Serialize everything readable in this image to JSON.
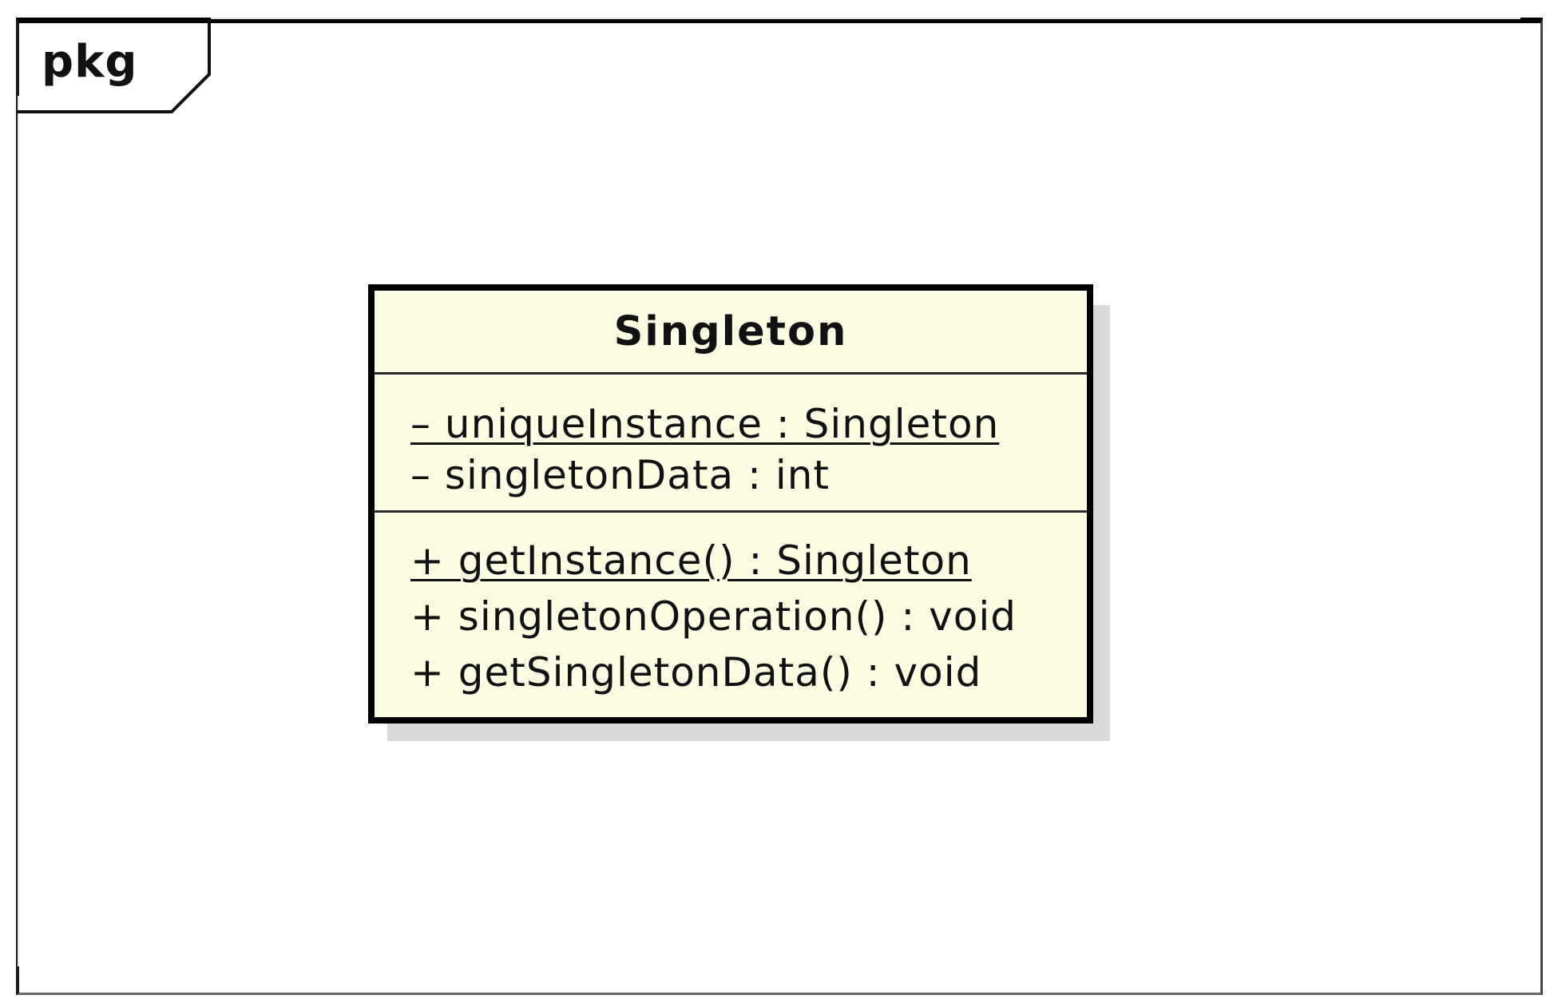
{
  "package": {
    "label": "pkg"
  },
  "class": {
    "name": "Singleton",
    "attributes": [
      {
        "text": "– uniqueInstance : Singleton",
        "static": true
      },
      {
        "text": "– singletonData : int",
        "static": false
      }
    ],
    "operations": [
      {
        "text": "+ getInstance() : Singleton",
        "static": true
      },
      {
        "text": "+ singletonOperation() : void",
        "static": false
      },
      {
        "text": "+ getSingletonData() : void",
        "static": false
      }
    ]
  },
  "colors": {
    "class_fill": "#fdfde3",
    "border": "#000000",
    "shadow": "#d9d9d9",
    "background": "#ffffff"
  }
}
